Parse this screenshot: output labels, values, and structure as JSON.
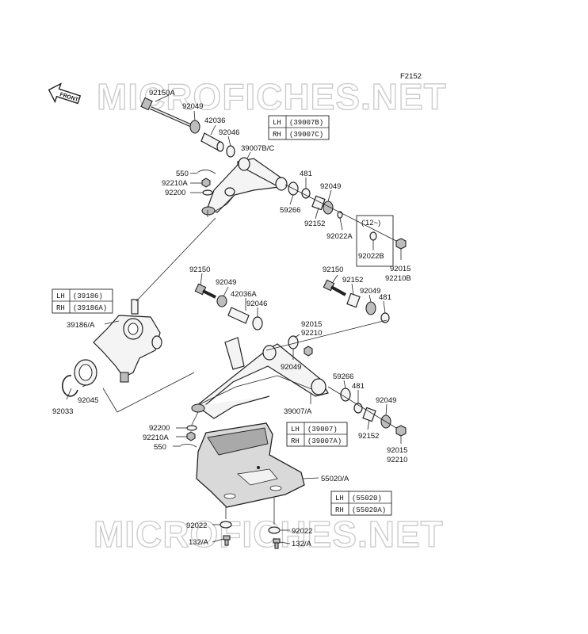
{
  "figure_code": "F2152",
  "front_label": "FRONT",
  "watermark": "MICROFICHES.NET",
  "tables": {
    "upper_arm": [
      {
        "side": "LH",
        "part": "(39007B)"
      },
      {
        "side": "RH",
        "part": "(39007C)"
      }
    ],
    "knuckle": [
      {
        "side": "LH",
        "part": "(39186)"
      },
      {
        "side": "RH",
        "part": "(39186A)"
      }
    ],
    "lower_arm": [
      {
        "side": "LH",
        "part": "(39007)"
      },
      {
        "side": "RH",
        "part": "(39007A)"
      }
    ],
    "skid": [
      {
        "side": "LH",
        "part": "(55020)"
      },
      {
        "side": "RH",
        "part": "(55020A)"
      }
    ]
  },
  "year_note": "('12~)",
  "labels": {
    "p92150A": "92150A",
    "p92049_1": "92049",
    "p42036": "42036",
    "p92046_1": "92046",
    "p39007BC": "39007B/C",
    "p550_1": "550",
    "p92210A_1": "92210A",
    "p92200_1": "92200",
    "p481_1": "481",
    "p92049_2": "92049",
    "p59266_1": "59266",
    "p92152_1": "92152",
    "p92022A": "92022A",
    "p92022B": "92022B",
    "p92015_1": "92015",
    "p92210B": "92210B",
    "p92150": "92150",
    "p92049_3": "92049",
    "p42036A": "42036A",
    "p92046_2": "92046",
    "p92150_2": "92150",
    "p92152_2": "92152",
    "p92049_4": "92049",
    "p481_2": "481",
    "p39186A": "39186/A",
    "p92015_2": "92015",
    "p92210_1": "92210",
    "p92049_5": "92049",
    "p59266_2": "59266",
    "p481_3": "481",
    "p92049_6": "92049",
    "p92045": "92045",
    "p92033": "92033",
    "p39007A": "39007/A",
    "p92200_2": "92200",
    "p92210A_2": "92210A",
    "p550_2": "550",
    "p92152_3": "92152",
    "p92015_3": "92015",
    "p92210_2": "92210",
    "p55020A": "55020/A",
    "p92022_1": "92022",
    "p92022_2": "92022",
    "p132A_1": "132/A",
    "p132A_2": "132/A"
  }
}
